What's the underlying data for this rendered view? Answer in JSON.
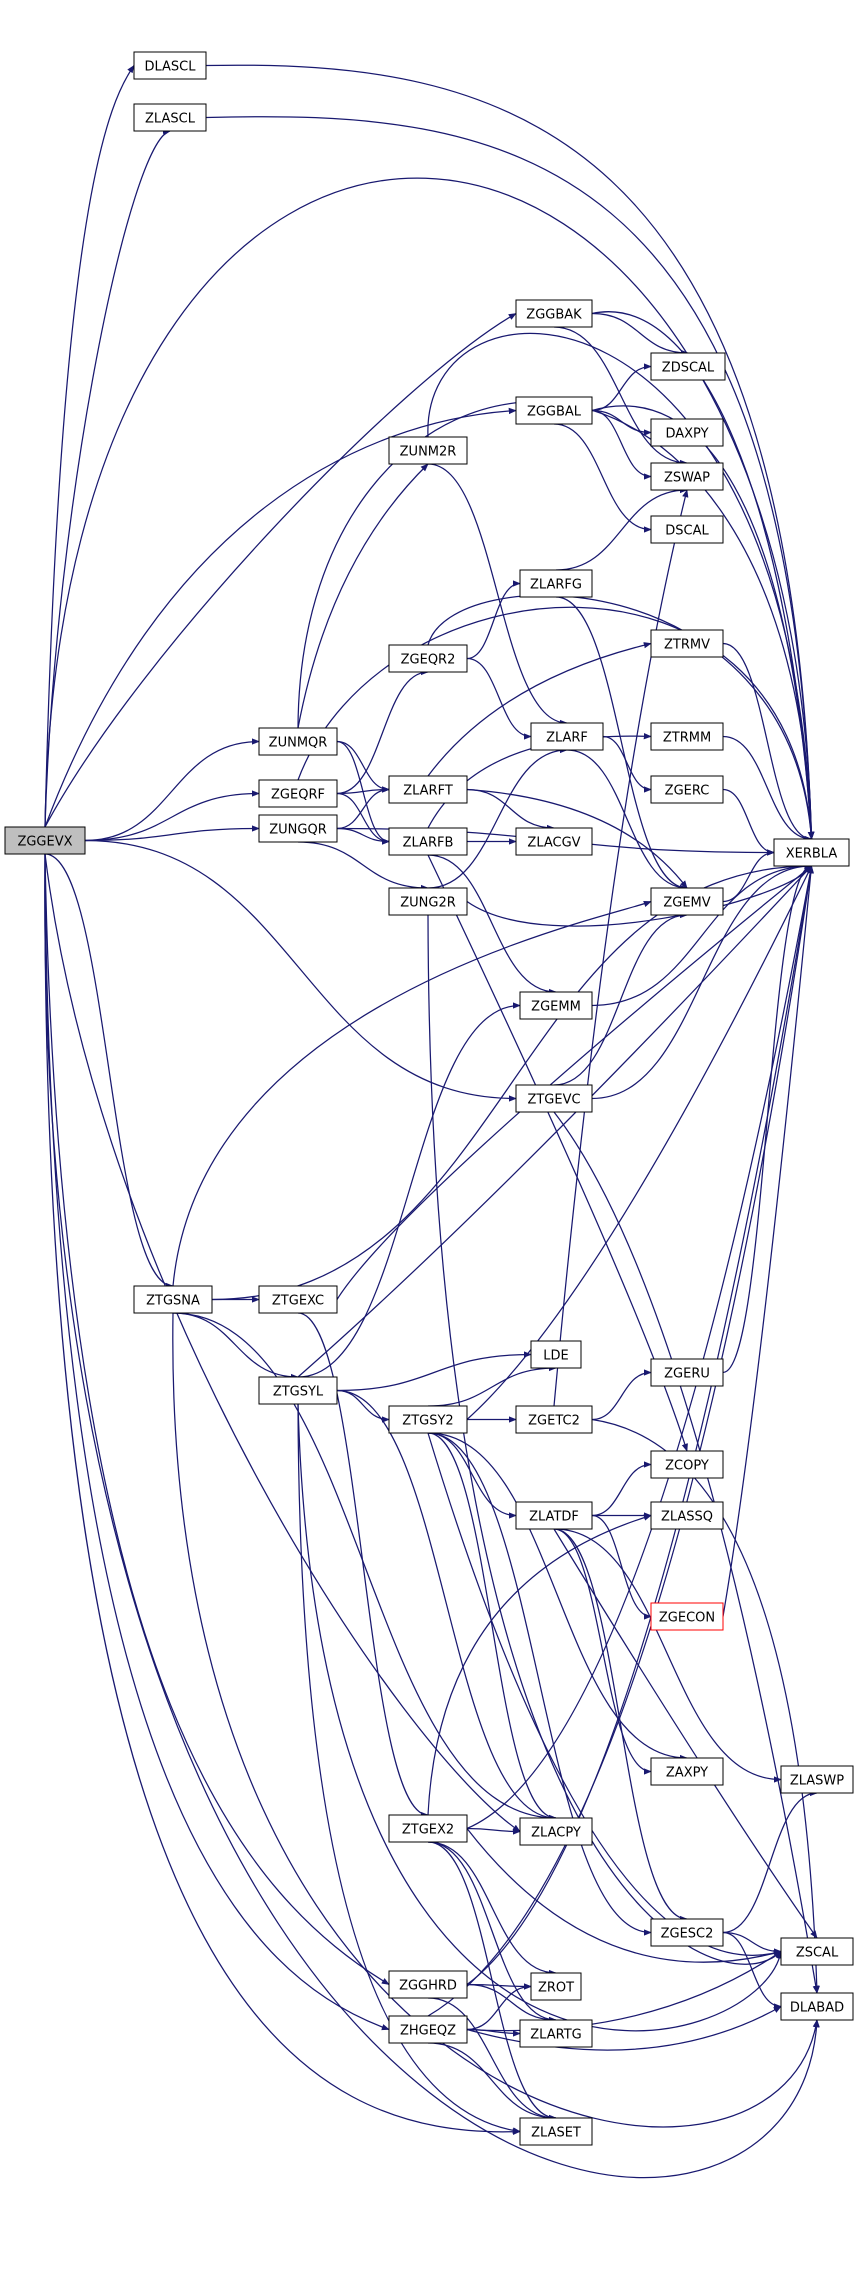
{
  "colors": {
    "edge": "#191970",
    "node_border": "#000000",
    "root_fill": "#bfbfbf",
    "highlight_border": "#ff0000"
  },
  "nodes": {
    "ZGGEVX": "ZGGEVX",
    "DLASCL": "DLASCL",
    "ZLASCL": "ZLASCL",
    "ZGGBAK": "ZGGBAK",
    "ZGGBAL": "ZGGBAL",
    "ZDSCAL": "ZDSCAL",
    "DAXPY": "DAXPY",
    "ZUNM2R": "ZUNM2R",
    "ZSWAP": "ZSWAP",
    "DSCAL": "DSCAL",
    "ZLARFG": "ZLARFG",
    "ZGEQR2": "ZGEQR2",
    "ZTRMV": "ZTRMV",
    "ZUNMQR": "ZUNMQR",
    "ZLARF": "ZLARF",
    "ZTRMM": "ZTRMM",
    "ZGEQRF": "ZGEQRF",
    "ZLARFT": "ZLARFT",
    "ZGERC": "ZGERC",
    "ZGGEVX_": "",
    "ZUNGQR": "ZUNGQR",
    "ZLARFB": "ZLARFB",
    "ZLACGV": "ZLACGV",
    "XERBLA": "XERBLA",
    "ZUNG2R": "ZUNG2R",
    "ZGEMV": "ZGEMV",
    "ZGEMM": "ZGEMM",
    "ZTGEVC": "ZTGEVC",
    "ZTGSNA": "ZTGSNA",
    "ZTGEXC": "ZTGEXC",
    "LDE": "LDE",
    "ZTGSYL": "ZTGSYL",
    "ZGERU": "ZGERU",
    "ZTGSY2": "ZTGSY2",
    "ZGETC2": "ZGETC2",
    "ZCOPY": "ZCOPY",
    "ZLATDF": "ZLATDF",
    "ZLASSQ": "ZLASSQ",
    "ZGECON": "ZGECON",
    "ZAXPY": "ZAXPY",
    "ZLASWP": "ZLASWP",
    "ZTGEX2": "ZTGEX2",
    "ZLACPY": "ZLACPY",
    "ZGESC2": "ZGESC2",
    "ZSCAL": "ZSCAL",
    "ZGGHRD": "ZGGHRD",
    "ZROT": "ZROT",
    "DLABAD": "DLABAD",
    "ZHGEQZ": "ZHGEQZ",
    "ZLARTG": "ZLARTG",
    "ZLASET": "ZLASET"
  }
}
